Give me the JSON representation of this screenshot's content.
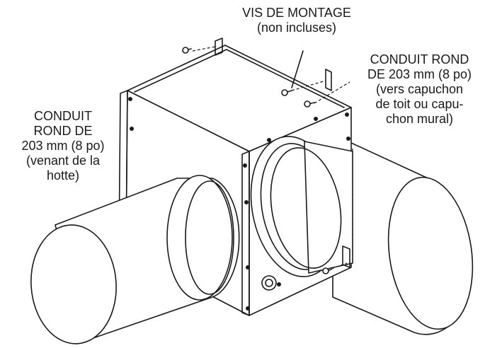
{
  "labels": {
    "left": {
      "lines": [
        "CONDUIT",
        "ROND DE",
        "203 mm (8 po)",
        "(venant de la",
        "hotte)"
      ]
    },
    "top": {
      "lines": [
        "VIS DE MONTAGE",
        "(non incluses)"
      ]
    },
    "right": {
      "lines": [
        "CONDUIT ROND",
        "DE 203 mm (8 po)",
        "(vers capuchon",
        "de toit ou capu-",
        "chon mural)"
      ]
    }
  }
}
